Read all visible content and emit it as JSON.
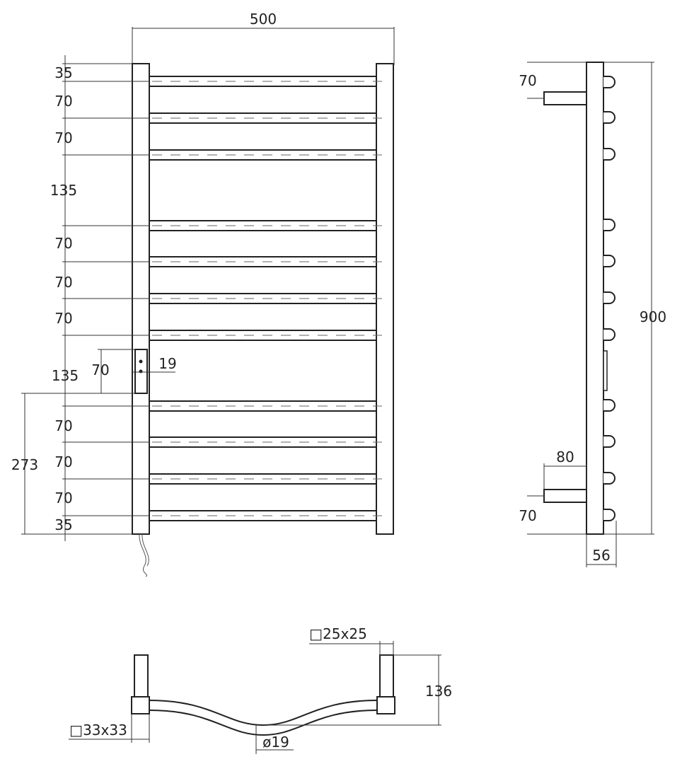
{
  "front_view": {
    "width_label": "500",
    "spacing_labels": [
      "35",
      "70",
      "70",
      "135",
      "70",
      "70",
      "70",
      "135",
      "70",
      "70",
      "70",
      "35"
    ],
    "connector_height_label": "70",
    "connector_width_label": "19",
    "side_offset_label": "273"
  },
  "side_view": {
    "height_label": "900",
    "top_offset_label": "70",
    "bottom_offset_label": "70",
    "bracket_label": "80",
    "depth_label": "56"
  },
  "top_view": {
    "tube_label": "□25x25",
    "post_label": "□33x33",
    "bar_label": "ø19",
    "depth_label": "136"
  }
}
